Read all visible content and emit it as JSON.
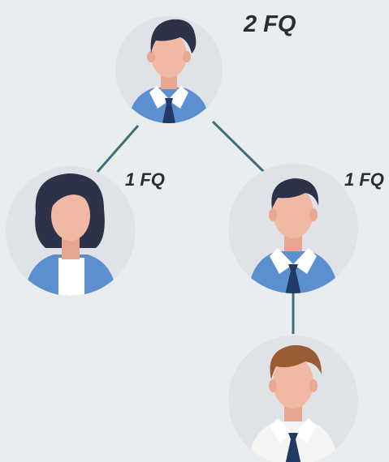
{
  "nodes": [
    {
      "id": "top",
      "label": "2 FQ",
      "avatar": "male-dark-hair-blue-shirt"
    },
    {
      "id": "left",
      "label": "1 FQ",
      "avatar": "female-curly-hair-blue-jacket"
    },
    {
      "id": "right",
      "label": "1 FQ",
      "avatar": "male-dark-hair-blue-shirt"
    },
    {
      "id": "bottom",
      "label": "",
      "avatar": "male-brown-hair-white-shirt"
    }
  ],
  "edges": [
    {
      "from": "top",
      "to": "left"
    },
    {
      "from": "top",
      "to": "right"
    },
    {
      "from": "right",
      "to": "bottom"
    }
  ],
  "colors": {
    "background": "#e9edf0",
    "circle": "#dfe3e7",
    "connector": "#3f6f7b",
    "skin": "#f1b9a3",
    "dark_hair": "#2c3348",
    "brown_hair": "#9a5b35",
    "blue_shirt": "#5b8fd0",
    "tie": "#223a66",
    "label_text": "#2b2d31"
  }
}
